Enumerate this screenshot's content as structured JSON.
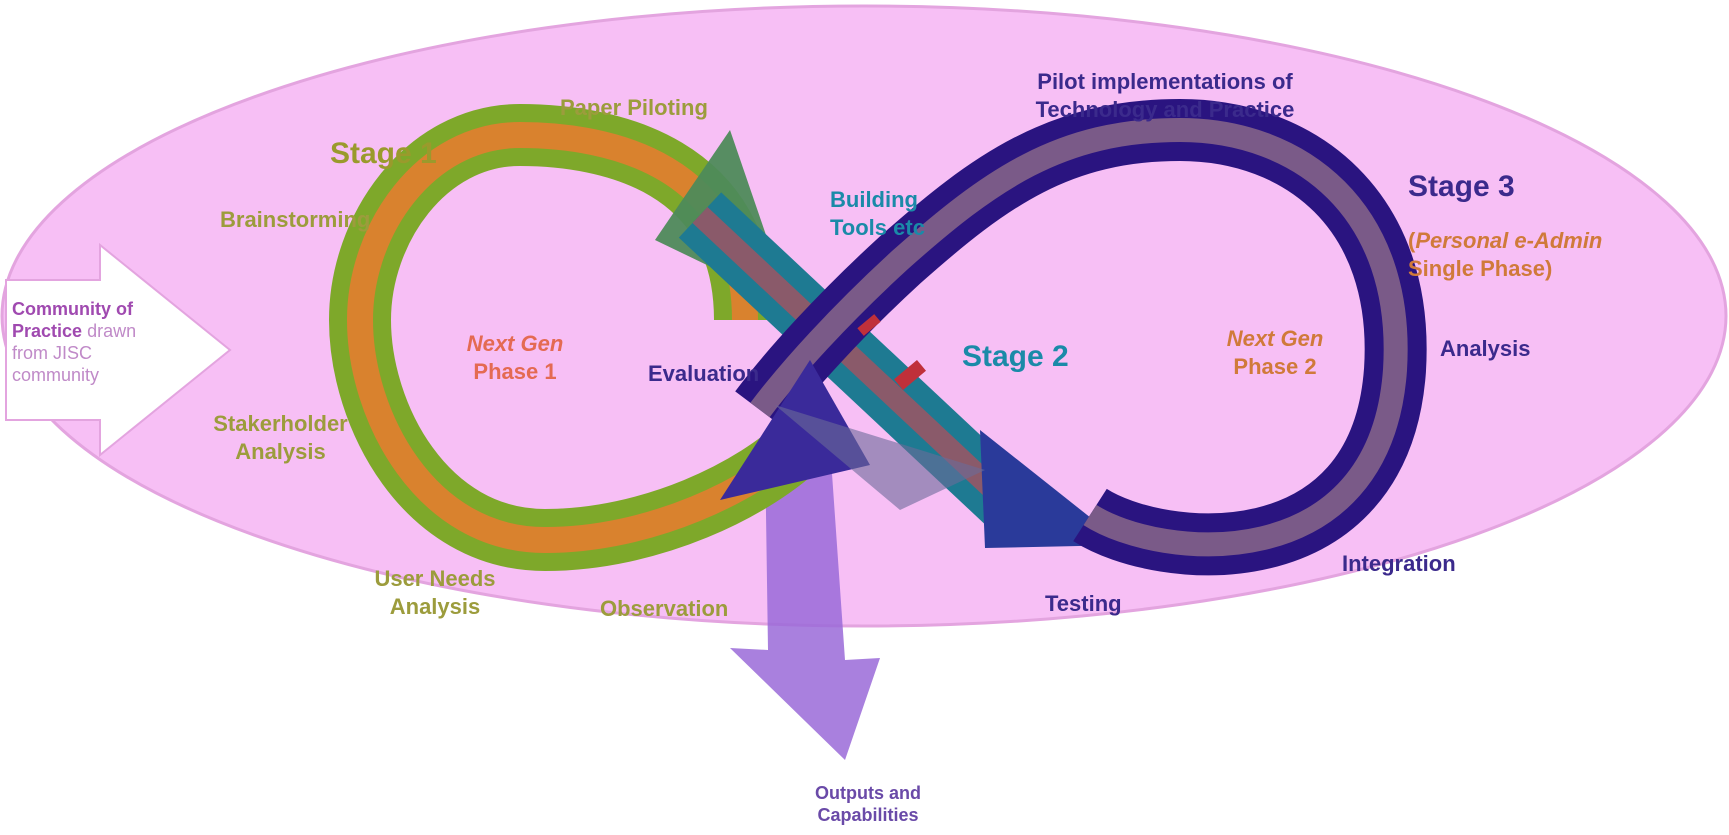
{
  "labels": {
    "pilot_line1": "Pilot implementations of",
    "pilot_line2": "Technology and Practice",
    "paper_piloting": "Paper Piloting",
    "stage1": "Stage 1",
    "brainstorming": "Brainstorming",
    "community_bold1": "Community of",
    "community_bold2": "Practice",
    "community_rest2": " drawn",
    "community_line3": "from JISC",
    "community_line4": "community",
    "next_gen_1": "Next Gen",
    "phase_1": "Phase 1",
    "stakeholder_line1": "Stakerholder",
    "stakeholder_line2": "Analysis",
    "user_needs_line1": "User Needs",
    "user_needs_line2": "Analysis",
    "observation": "Observation",
    "evaluation": "Evaluation",
    "building_line1": "Building",
    "building_line2": "Tools etc",
    "stage2": "Stage 2",
    "stage3": "Stage 3",
    "stage3_paren_open": "(",
    "stage3_personal": "Personal e-Admin",
    "stage3_single": "Single Phase)",
    "next_gen_2": "Next Gen",
    "phase_2": "Phase 2",
    "analysis": "Analysis",
    "integration": "Integration",
    "testing": "Testing",
    "outputs_line1": "Outputs and",
    "outputs_line2": "Capabilities"
  },
  "colors": {
    "ellipse_fill": "#f7bff5",
    "ellipse_stroke": "#e3a4df",
    "stage1_outer": "#7ea82a",
    "stage1_inner": "#d9822e",
    "stage2_outer": "#1e7a92",
    "stage2_inner": "#8a5a6a",
    "stage3_outer": "#2a1480",
    "stage3_inner": "#7a5a88",
    "output_arrow": "#9a6ad8"
  }
}
